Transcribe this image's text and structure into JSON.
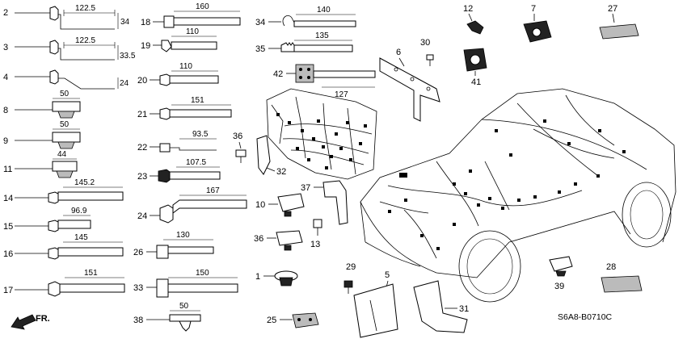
{
  "diagram_code": "S6A8-B0710C",
  "front_label": "FR.",
  "left_items": [
    {
      "num": "2",
      "dim": "122.5",
      "dim2": "34"
    },
    {
      "num": "3",
      "dim": "122.5",
      "dim2": "33.5"
    },
    {
      "num": "4",
      "dim": "",
      "dim2": "24"
    },
    {
      "num": "8",
      "dim": "50"
    },
    {
      "num": "9",
      "dim": "50"
    },
    {
      "num": "11",
      "dim": "44"
    },
    {
      "num": "14",
      "dim": "145.2"
    },
    {
      "num": "15",
      "dim": "96.9"
    },
    {
      "num": "16",
      "dim": "145"
    },
    {
      "num": "17",
      "dim": "151"
    }
  ],
  "mid_items": [
    {
      "num": "18",
      "dim": "160"
    },
    {
      "num": "19",
      "dim": "110"
    },
    {
      "num": "20",
      "dim": "110"
    },
    {
      "num": "21",
      "dim": "151"
    },
    {
      "num": "22",
      "dim": "93.5"
    },
    {
      "num": "23",
      "dim": "107.5"
    },
    {
      "num": "24",
      "dim": "167"
    },
    {
      "num": "26",
      "dim": "130"
    },
    {
      "num": "33",
      "dim": "150"
    },
    {
      "num": "38",
      "dim": "50"
    }
  ],
  "upper_items": [
    {
      "num": "34",
      "dim": "140"
    },
    {
      "num": "35",
      "dim": "135"
    },
    {
      "num": "42",
      "dim": "127"
    }
  ],
  "callouts": [
    "6",
    "30",
    "12",
    "7",
    "27",
    "41",
    "36",
    "32",
    "37",
    "10",
    "13",
    "36",
    "1",
    "29",
    "5",
    "31",
    "25",
    "39",
    "28"
  ]
}
